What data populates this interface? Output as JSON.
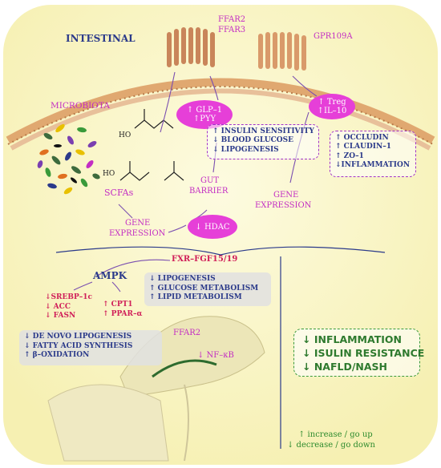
{
  "labels": {
    "intestinal": "INTESTINAL",
    "ffar2": "FFAR2",
    "ffar3": "FFAR3",
    "gpr109a": "GPR109A",
    "microbiota": "MICROBIOTA",
    "scfas": "SCFAs",
    "gene_expression_left_1": "GENE",
    "gene_expression_left_2": "EXPRESSION",
    "gut_barrier_1": "GUT",
    "gut_barrier_2": "BARRIER",
    "gene_expression_right_1": "GENE",
    "gene_expression_right_2": "EXPRESSION",
    "ho_1": "HO",
    "ho_2": "HO",
    "fxr": "FXR–FGF15/19",
    "ampk": "AMPK",
    "ffar2_liver": "FFAR2",
    "nfkb": "↓ NF–κB"
  },
  "ellipses": {
    "glp1_line1": "↑ GLP–1",
    "glp1_line2": "↑PYY",
    "treg_line1": "↑ Treg",
    "treg_line2": "↑IL–10",
    "hdac": "↓ HDAC"
  },
  "metabolic_box": [
    "↑ INSULIN SENSITIVITY",
    "↓ BLOOD GLUCOSE",
    "↓ LIPOGENESIS"
  ],
  "barrier_box": [
    "↑ OCCLUDIN",
    "↑ CLAUDIN–1",
    "↑ ZO–1",
    "↓INFLAMMATION"
  ],
  "srebp_list": [
    "↓SREBP–1c",
    "↓ ACC",
    "↓ FASN"
  ],
  "cpt_list": [
    "↑ CPT1",
    "↑ PPAR–α"
  ],
  "fxr_box": [
    "↓ LIPOGENESIS",
    "↑ GLUCOSE METABOLISM",
    "↑ LIPID METABOLISM"
  ],
  "liver_box": [
    "↓ DE NOVO LIPOGENESIS",
    "↓ FATTY ACID SYNTHESIS",
    "↑ β–OXIDATION"
  ],
  "outcome_box": [
    "↓ INFLAMMATION",
    "↓ ISULIN RESISTANCE",
    "↓ NAFLD/NASH"
  ],
  "legend": {
    "increase": "↑ increase / go up",
    "decrease": "↓ decrease / go down"
  },
  "colors": {
    "background": "#fbf7c8",
    "membrane": "#e0a870",
    "receptor": "#c9855a",
    "ellipse": "#e63fd8",
    "navy": "#2b3a8a",
    "magenta": "#c32dc3",
    "green": "#2e7a2e"
  }
}
